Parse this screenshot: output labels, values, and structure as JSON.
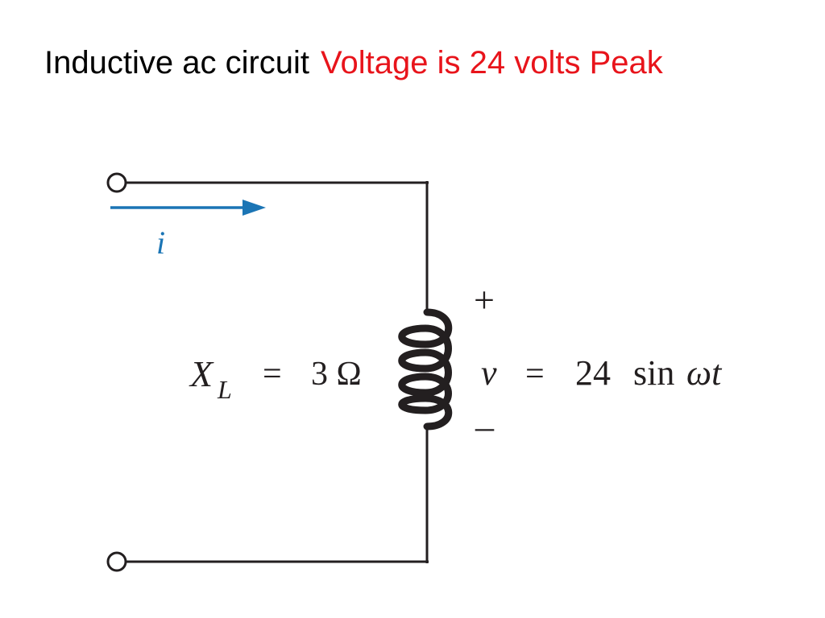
{
  "title": {
    "main": "Inductive ac circuit",
    "accent": "Voltage is 24 volts Peak"
  },
  "circuit": {
    "current_label": "i",
    "reactance": {
      "symbol": "X",
      "subscript": "L",
      "equals": "=",
      "value": "3 Ω"
    },
    "voltage": {
      "plus": "+",
      "minus": "–",
      "symbol": "v",
      "equals": "=",
      "amplitude": "24",
      "func": "sin",
      "arg": "ωt"
    }
  },
  "colors": {
    "wire": "#231f20",
    "current_arrow": "#1b75b5",
    "title_text": "#000000",
    "title_accent": "#e8141b"
  }
}
